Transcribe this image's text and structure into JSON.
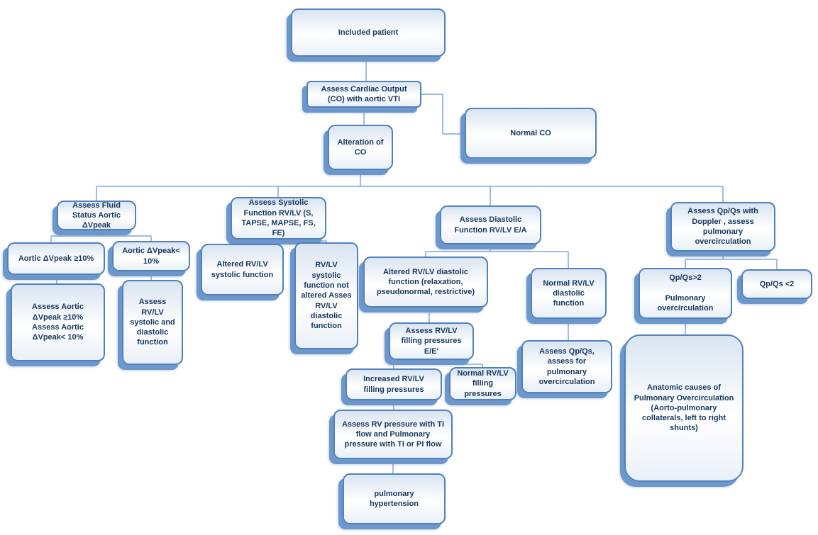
{
  "diagram": {
    "description": "Flowchart for assessment of cardiac output and related cardiac function",
    "colors": {
      "node_border": "#4f81bd",
      "node_fill_top": "#d9e4f1",
      "node_fill_bottom": "#eaf0f8",
      "node_shadow": "#6d96ca",
      "connector": "#7da7d8",
      "text": "#17375e"
    }
  },
  "nodes": {
    "included_patient": "Included patient",
    "assess_co": "Assess Cardiac Output (CO) with aortic  VTI",
    "alteration_co": "Alteration of CO",
    "normal_co": "Normal CO",
    "assess_fluid": "Assess Fluid Status  Aortic ΔVpeak",
    "assess_systolic": "Assess Systolic Function RV/LV (S, TAPSE, MAPSE, FS, FE)",
    "assess_diastolic": "Assess Diastolic Function RV/LV E/A",
    "assess_qpqs": "Assess Qp/Qs with Doppler , assess pulmonary overcirculation",
    "aortic_ge10": "Aortic ΔVpeak ≥10%",
    "aortic_lt10": "Aortic ΔVpeak< 10%",
    "assess_aortic_both": "Assess  Aortic ΔVpeak ≥10%\nAssess Aortic\nΔVpeak< 10%",
    "assess_rvlv_sys_dia": "Assess RV/LV systolic and diastolic function",
    "altered_systolic": "Altered RV/LV systolic function",
    "rvlv_not_altered": "RV/LV systolic function not altered Asses RV/LV diastolic function",
    "altered_diastolic": "Altered  RV/LV diastolic function (relaxation, pseudonormal, restrictive)",
    "normal_diastolic": "Normal RV/LV diastolic function",
    "assess_filling": "Assess RV/LV filling pressures E/E'",
    "increased_filling": "Increased RV/LV filling pressures",
    "normal_filling": "Normal RV/LV filling pressures",
    "assess_rv_pressure": "Assess RV pressure with TI flow and Pulmonary pressure with TI or PI flow",
    "pulmonary_hypertension": "pulmonary hypertension",
    "assess_qpqs_overcirc": "Assess Qp/Qs, assess for pulmonary overcirculation",
    "qpqs_gt2": "Qp/Qs>2\n\nPulmonary overcirculation",
    "qpqs_lt2": "Qp/Qs <2",
    "anatomic_causes": "Anatomic causes of Pulmonary Overcirculation (Aorto-pulmonary collaterals,  left to right shunts)"
  }
}
